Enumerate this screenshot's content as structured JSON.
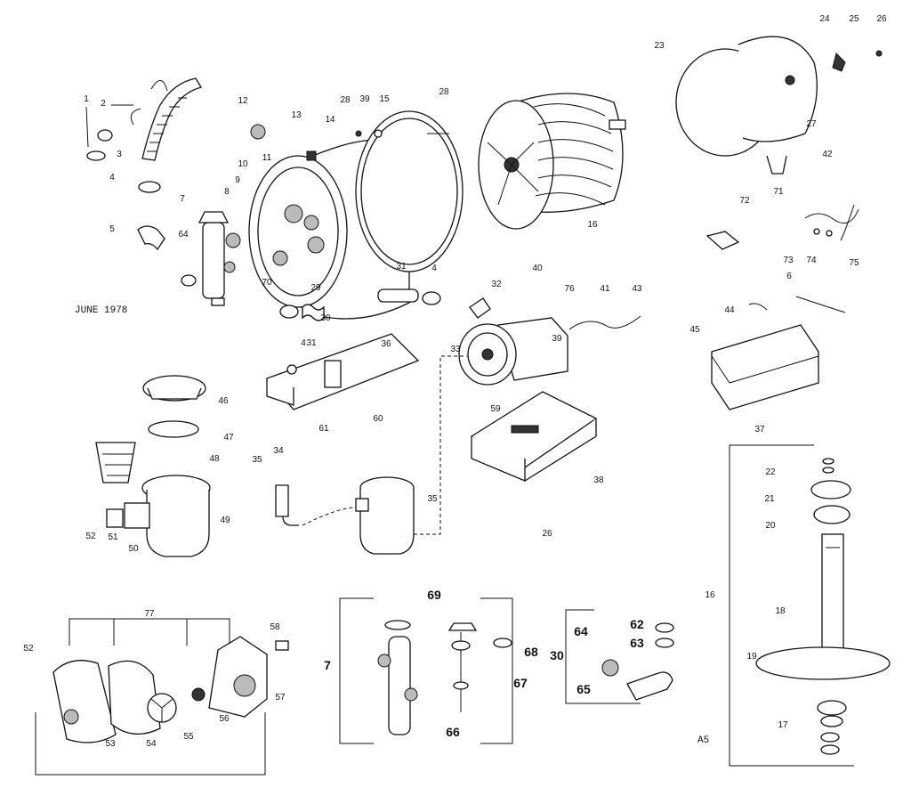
{
  "footer": {
    "date": "JUNE 1978",
    "code": "A5"
  },
  "labels": [
    {
      "id": "1",
      "t": "1"
    },
    {
      "id": "2",
      "t": "2"
    },
    {
      "id": "3",
      "t": "3"
    },
    {
      "id": "4a",
      "t": "4"
    },
    {
      "id": "5",
      "t": "5"
    },
    {
      "id": "7",
      "t": "7"
    },
    {
      "id": "8",
      "t": "8"
    },
    {
      "id": "9",
      "t": "9"
    },
    {
      "id": "10",
      "t": "10"
    },
    {
      "id": "11",
      "t": "11"
    },
    {
      "id": "12",
      "t": "12"
    },
    {
      "id": "13",
      "t": "13"
    },
    {
      "id": "14",
      "t": "14"
    },
    {
      "id": "28a",
      "t": "28"
    },
    {
      "id": "39a",
      "t": "39"
    },
    {
      "id": "15",
      "t": "15"
    },
    {
      "id": "28b",
      "t": "28"
    },
    {
      "id": "16a",
      "t": "16"
    },
    {
      "id": "23",
      "t": "23"
    },
    {
      "id": "24",
      "t": "24"
    },
    {
      "id": "25",
      "t": "25"
    },
    {
      "id": "26a",
      "t": "26"
    },
    {
      "id": "27",
      "t": "27"
    },
    {
      "id": "42",
      "t": "42"
    },
    {
      "id": "71",
      "t": "71"
    },
    {
      "id": "72",
      "t": "72"
    },
    {
      "id": "73",
      "t": "73"
    },
    {
      "id": "74",
      "t": "74"
    },
    {
      "id": "75",
      "t": "75"
    },
    {
      "id": "6",
      "t": "6"
    },
    {
      "id": "64a",
      "t": "64"
    },
    {
      "id": "70",
      "t": "70"
    },
    {
      "id": "29",
      "t": "29"
    },
    {
      "id": "30a",
      "t": "30"
    },
    {
      "id": "31a",
      "t": "31"
    },
    {
      "id": "31b",
      "t": "31"
    },
    {
      "id": "4b",
      "t": "4"
    },
    {
      "id": "4c",
      "t": "4"
    },
    {
      "id": "36",
      "t": "36"
    },
    {
      "id": "60",
      "t": "60"
    },
    {
      "id": "61",
      "t": "61"
    },
    {
      "id": "32",
      "t": "32"
    },
    {
      "id": "40",
      "t": "40"
    },
    {
      "id": "76",
      "t": "76"
    },
    {
      "id": "41",
      "t": "41"
    },
    {
      "id": "43",
      "t": "43"
    },
    {
      "id": "33",
      "t": "33"
    },
    {
      "id": "39b",
      "t": "39"
    },
    {
      "id": "59",
      "t": "59"
    },
    {
      "id": "38",
      "t": "38"
    },
    {
      "id": "26b",
      "t": "26"
    },
    {
      "id": "44",
      "t": "44"
    },
    {
      "id": "45",
      "t": "45"
    },
    {
      "id": "37",
      "t": "37"
    },
    {
      "id": "46",
      "t": "46"
    },
    {
      "id": "47",
      "t": "47"
    },
    {
      "id": "48",
      "t": "48"
    },
    {
      "id": "35a",
      "t": "35"
    },
    {
      "id": "49",
      "t": "49"
    },
    {
      "id": "52a",
      "t": "52"
    },
    {
      "id": "51",
      "t": "51"
    },
    {
      "id": "50",
      "t": "50"
    },
    {
      "id": "34",
      "t": "34"
    },
    {
      "id": "35b",
      "t": "35"
    },
    {
      "id": "22",
      "t": "22"
    },
    {
      "id": "21",
      "t": "21"
    },
    {
      "id": "20",
      "t": "20"
    },
    {
      "id": "16b",
      "t": "16"
    },
    {
      "id": "18",
      "t": "18"
    },
    {
      "id": "19",
      "t": "19"
    },
    {
      "id": "17",
      "t": "17"
    },
    {
      "id": "77",
      "t": "77"
    },
    {
      "id": "52b",
      "t": "52"
    },
    {
      "id": "58",
      "t": "58"
    },
    {
      "id": "57",
      "t": "57"
    },
    {
      "id": "53",
      "t": "53"
    },
    {
      "id": "54",
      "t": "54"
    },
    {
      "id": "55",
      "t": "55"
    },
    {
      "id": "56",
      "t": "56"
    },
    {
      "id": "69",
      "t": "69"
    },
    {
      "id": "7b",
      "t": "7"
    },
    {
      "id": "68",
      "t": "68"
    },
    {
      "id": "67",
      "t": "67"
    },
    {
      "id": "66",
      "t": "66"
    },
    {
      "id": "30b",
      "t": "30"
    },
    {
      "id": "64b",
      "t": "64"
    },
    {
      "id": "62",
      "t": "62"
    },
    {
      "id": "63",
      "t": "63"
    },
    {
      "id": "65",
      "t": "65"
    }
  ]
}
